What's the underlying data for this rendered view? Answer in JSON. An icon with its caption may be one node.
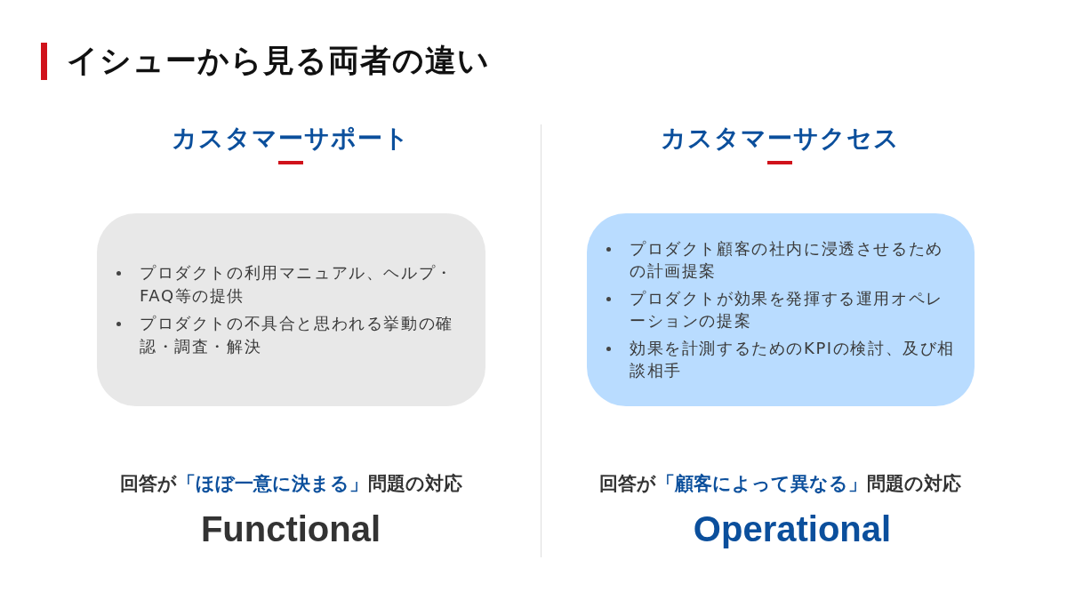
{
  "diagram": {
    "title": "イシューから見る両者の違い",
    "nodes": [
      {
        "text": [
          "プロダクトの利用マニュアル、ヘルプ・FAQ等の提供",
          "プロダクトの不具合と思われる挙動の確認・調査・解決"
        ]
      },
      {
        "text": [
          "プロダクト顧客の社内に浸透させるための計画提案",
          "プロダクトが効果を発揮する運用オペレーションの提案",
          "効果を計測するためのKPIの検討、及び相談相手"
        ]
      }
    ],
    "labels": [
      "カスタマーサポート",
      "カスタマーサクセス",
      "回答が**「ほぼ一意に決まる」**問題の対応",
      "回答が**「顧客によって異なる」**問題の対応",
      "Functional",
      "Operational"
    ]
  }
}
